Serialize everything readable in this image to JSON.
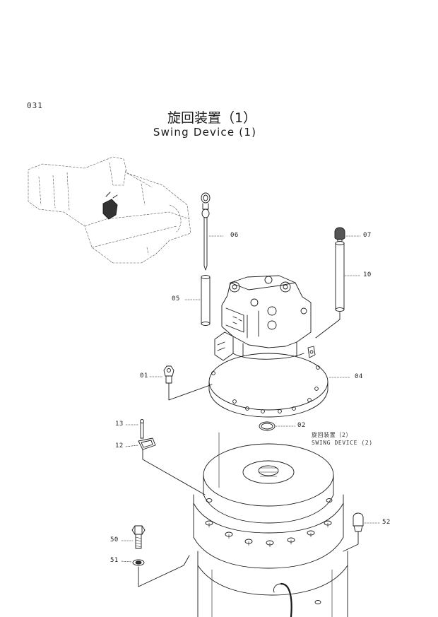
{
  "header": {
    "page_number": "031",
    "title_jp": "旋回装置（1）",
    "title_en": "Swing Device (1)"
  },
  "callouts": [
    {
      "id": "06",
      "label": "06"
    },
    {
      "id": "07",
      "label": "07"
    },
    {
      "id": "10",
      "label": "10"
    },
    {
      "id": "05",
      "label": "05"
    },
    {
      "id": "01",
      "label": "01"
    },
    {
      "id": "04",
      "label": "04"
    },
    {
      "id": "02",
      "label": "02"
    },
    {
      "id": "13",
      "label": "13"
    },
    {
      "id": "12",
      "label": "12"
    },
    {
      "id": "52",
      "label": "52"
    },
    {
      "id": "50",
      "label": "50"
    },
    {
      "id": "51",
      "label": "51"
    }
  ],
  "cross_reference": {
    "jp": "旋回装置（2）",
    "en": "SWING DEVICE (2)"
  },
  "colors": {
    "line": "#1a1a1a",
    "paper": "#ffffff"
  }
}
